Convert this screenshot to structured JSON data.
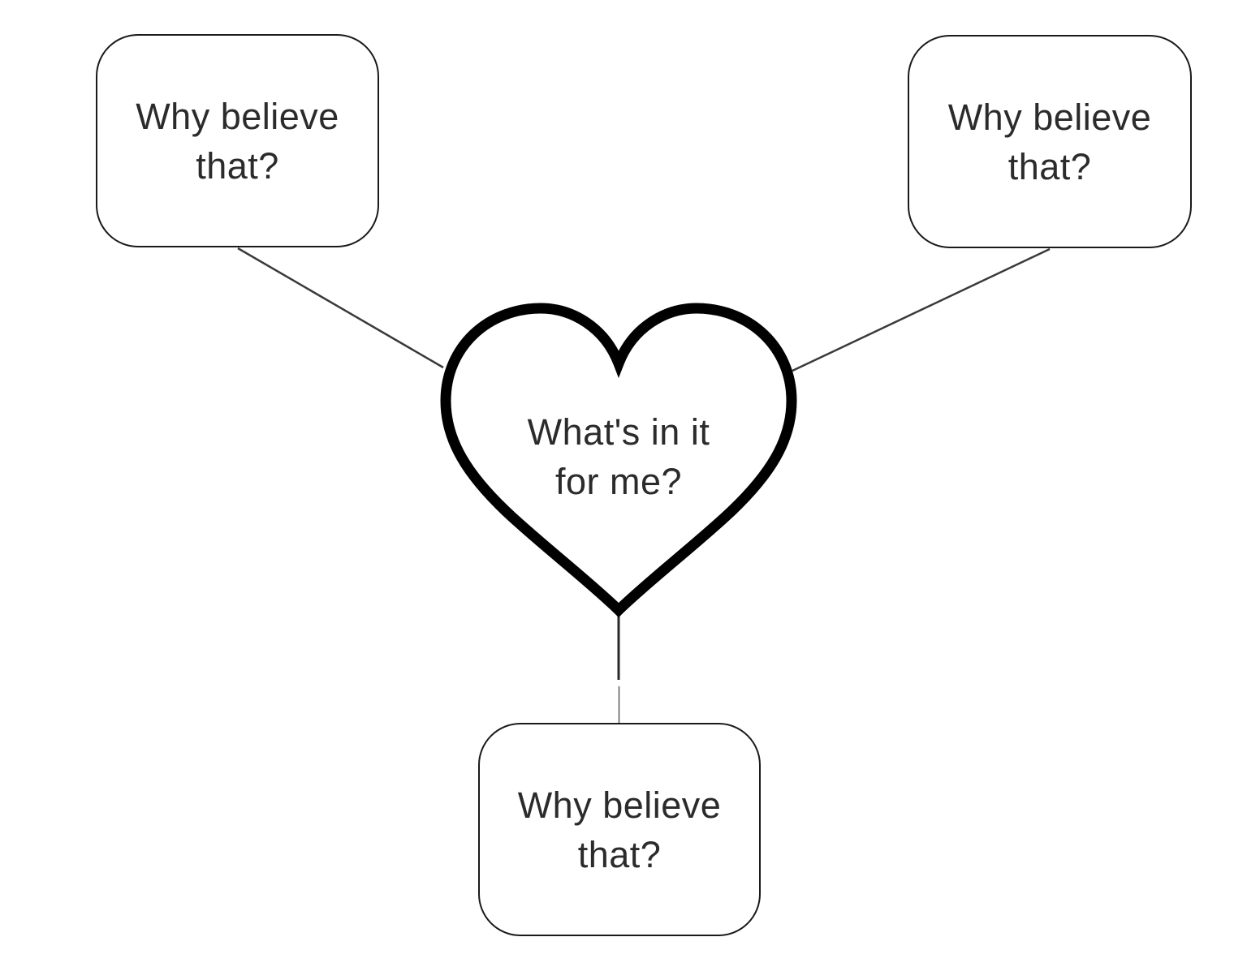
{
  "diagram": {
    "center": {
      "shape": "heart",
      "label": "What's in it for me?"
    },
    "nodes": [
      {
        "position": "top-left",
        "shape": "rounded-rectangle",
        "label": "Why believe that?"
      },
      {
        "position": "top-right",
        "shape": "rounded-rectangle",
        "label": "Why believe that?"
      },
      {
        "position": "bottom",
        "shape": "rounded-rectangle",
        "label": "Why believe that?"
      }
    ],
    "colors": {
      "background": "#ffffff",
      "shape_outline": "#1a1a1a",
      "heart_outline": "#000000",
      "text": "#2b2b2b",
      "connector": "#3a3a3a"
    }
  }
}
